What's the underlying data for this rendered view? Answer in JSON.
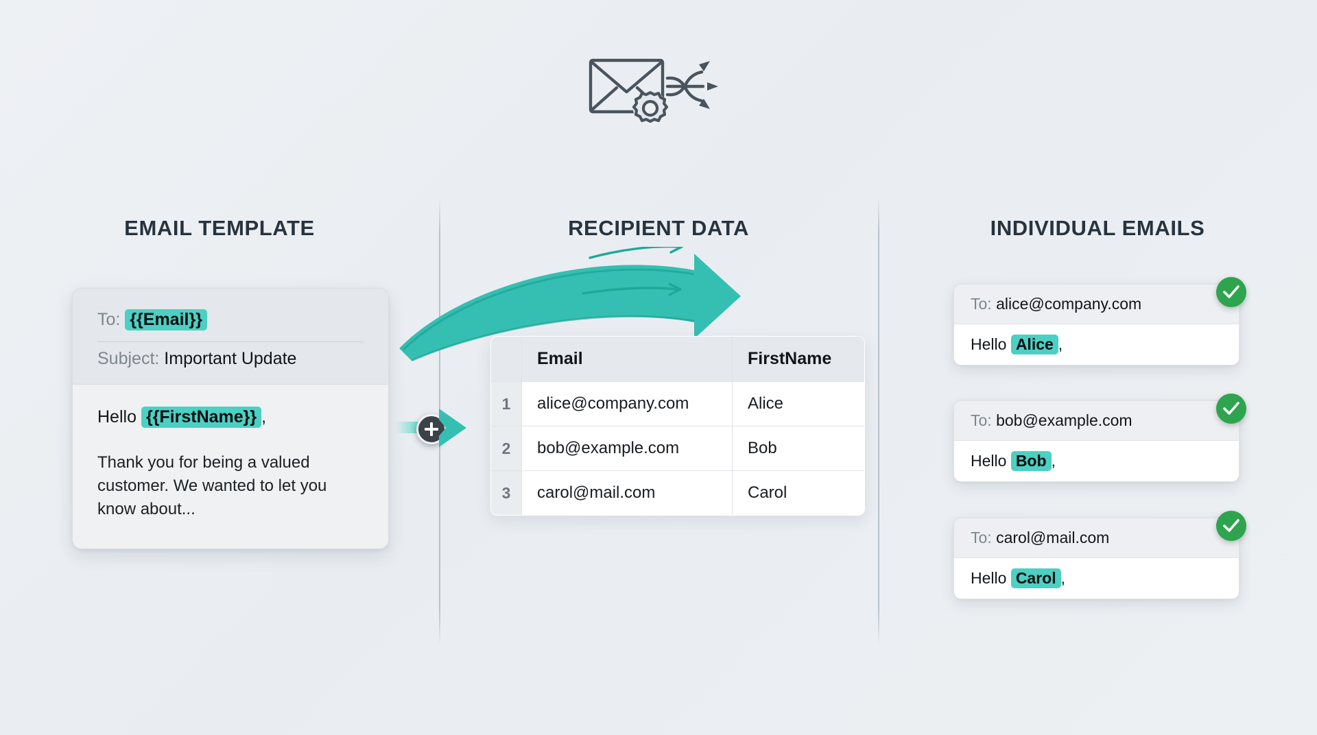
{
  "hero": {
    "icon": "envelope-gear-arrows-icon"
  },
  "colors": {
    "background": "#eef1f4",
    "accent_teal": "#35bfb2",
    "highlight_teal": "#4bd0c3",
    "title_navy": "#27333f",
    "check_green": "#2ea44f",
    "plus_node": "#3b4249"
  },
  "columns": {
    "template_title": "EMAIL TEMPLATE",
    "data_title": "RECIPIENT DATA",
    "output_title": "INDIVIDUAL EMAILS"
  },
  "template_card": {
    "to_label": "To:",
    "to_token": "{{Email}}",
    "subject_label": "Subject:",
    "subject_value": "Important Update",
    "greeting_prefix": "Hello",
    "greeting_token": "{{FirstName}}",
    "greeting_suffix": ",",
    "body_text": "Thank you for being a valued customer. We wanted to let you know about..."
  },
  "connector": {
    "plus_label": "+"
  },
  "table": {
    "columns": [
      "Email",
      "FirstName"
    ],
    "rows": [
      {
        "n": "1",
        "email": "alice@company.com",
        "first": "Alice"
      },
      {
        "n": "2",
        "email": "bob@example.com",
        "first": "Bob"
      },
      {
        "n": "3",
        "email": "carol@mail.com",
        "first": "Carol"
      }
    ]
  },
  "emails": [
    {
      "to_label": "To:",
      "to": "alice@company.com",
      "greeting_prefix": "Hello",
      "name": "Alice",
      "greeting_suffix": ",",
      "status": "sent"
    },
    {
      "to_label": "To:",
      "to": "bob@example.com",
      "greeting_prefix": "Hello",
      "name": "Bob",
      "greeting_suffix": ",",
      "status": "sent"
    },
    {
      "to_label": "To:",
      "to": "carol@mail.com",
      "greeting_prefix": "Hello",
      "name": "Carol",
      "greeting_suffix": ",",
      "status": "sent"
    }
  ]
}
